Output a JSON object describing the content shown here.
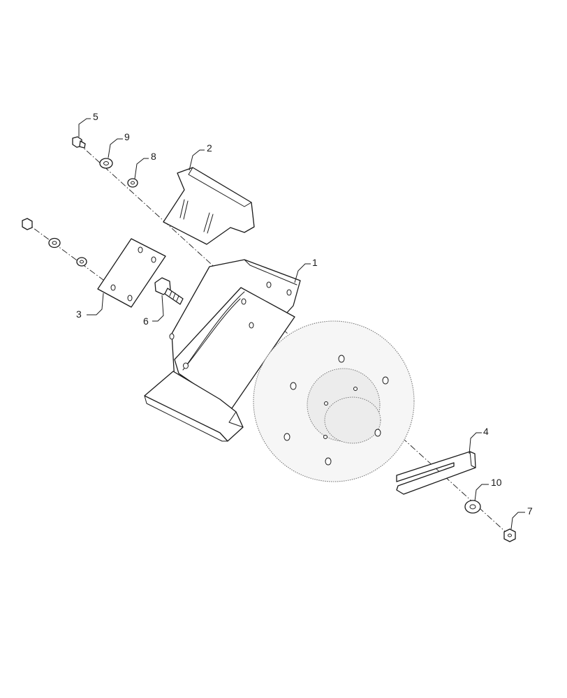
{
  "callouts": {
    "c1": "1",
    "c2": "2",
    "c3": "3",
    "c4": "4",
    "c5": "5",
    "c6": "6",
    "c7": "7",
    "c8": "8",
    "c9": "9",
    "c10": "10"
  },
  "colors": {
    "line": "#1a1a1a",
    "disc_fill": "#f6f6f6",
    "disc_outline": "#777777"
  }
}
